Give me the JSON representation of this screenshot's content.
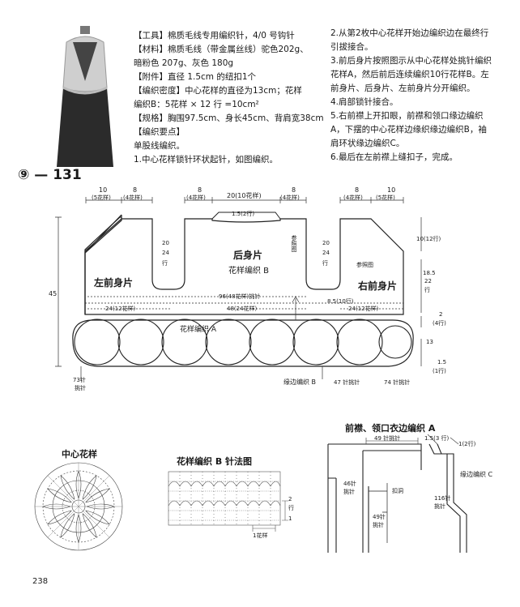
{
  "specs": [
    "【工具】棉质毛线专用编织针，4/0 号钩针",
    "【材料】棉质毛线（带金属丝线）驼色202g、",
    "暗粉色 207g、灰色 180g",
    "【附件】直径 1.5cm 的纽扣1个",
    "【编织密度】中心花样的直径为13cm；花样",
    "编织B：5花样 × 12 行 =10cm²",
    "【规格】胸围97.5cm、身长45cm、背肩宽38cm",
    "【编织要点】",
    "单股线编织。",
    "1.中心花样锁针环状起针，如图编织。"
  ],
  "steps": [
    "2.从第2枚中心花样开始边编织边在最终行",
    "引拔接合。",
    "3.前后身片按照图示从中心花样处挑针编织",
    "花样A，然后前后连续编织10行花样B。左",
    "前身片、后身片、左前身片分开编织。",
    "4.肩部锁针接合。",
    "5.右前襟上开扣眼，前襟和领口缘边编织",
    "A，下摆的中心花样边缘织缘边编织B，袖",
    "肩环状缘边编织C。",
    "6.最后在左前襟上缝扣子，完成。"
  ],
  "section_number": "⑨ — 131",
  "diagram": {
    "top_dims": {
      "l1": "10",
      "l1s": "(5花样)",
      "l2": "8",
      "l2s": "(4花样)",
      "c1": "8",
      "c1s": "(4花样)",
      "c2": "20(10花样)",
      "c3": "8",
      "c3s": "(4花样)",
      "r1": "8",
      "r1s": "(4花样)",
      "r2": "10",
      "r2s": "(5花样)"
    },
    "neck_rows": "1.5(2行)",
    "armhole": "20",
    "armhole2": "24",
    "armhole3": "行",
    "armhole_r": "20",
    "armhole_r2": "24",
    "armhole_r3": "行",
    "left_front": "左前身片",
    "back": "后身片",
    "back_pattern": "花样编织 B",
    "right_front": "右前身片",
    "ref_a": "参照图",
    "ref_b": "参照图",
    "height": "45",
    "rows_r": "10(12行)",
    "h18": "18.5",
    "h22": "22",
    "h22b": "行",
    "pick_96": "96(48花样)挑针",
    "pick_48": "48(24花样)",
    "left_24": "24(12花样)",
    "right_85": "8.5(10行)",
    "right_24": "24(12花样)",
    "pattern_a": "花样编织 A",
    "r2": "2",
    "r4": "(4行)",
    "r13": "13",
    "r15": "1.5",
    "r1row": "(1行)",
    "left_73": "73针",
    "left_73b": "挑针",
    "edge_b": "缘边编织 B",
    "p47": "47 针挑针",
    "p74": "74 针挑针"
  },
  "center_motif": {
    "title": "中心花样"
  },
  "pattern_b": {
    "title": "花样编织 B 针法图",
    "r2": "2",
    "r2b": "行",
    "r1": "1",
    "repeat": "1花样"
  },
  "front_band": {
    "title": "前襟、领口衣边编织 A",
    "p49": "49 针挑针",
    "r15": "1.5(3 行)",
    "r1": "1(2行)",
    "edge_c": "缘边编织 C",
    "p46": "46针",
    "p46b": "挑针",
    "buttonhole": "扣洞",
    "p49b": "49针",
    "p49c": "挑针",
    "p116": "116针",
    "p116b": "挑针"
  },
  "page_number": "238"
}
